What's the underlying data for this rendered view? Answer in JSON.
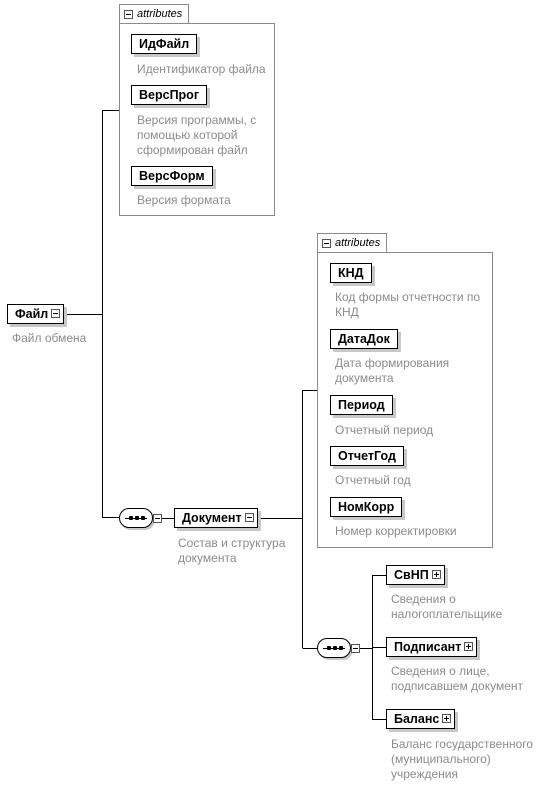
{
  "root": {
    "name": "Файл",
    "annotation": "Файл обмена",
    "attributes_label": "attributes",
    "attributes": [
      {
        "name": "ИдФайл",
        "annotation": "Идентификатор файла"
      },
      {
        "name": "ВерсПрог",
        "annotation": [
          "Версия программы, с",
          "помощью которой",
          "сформирован файл"
        ]
      },
      {
        "name": "ВерсФорм",
        "annotation": "Версия формата"
      }
    ]
  },
  "document": {
    "name": "Документ",
    "annotation": [
      "Состав и структура",
      "документа"
    ],
    "attributes_label": "attributes",
    "attributes": [
      {
        "name": "КНД",
        "annotation": [
          "Код формы отчетности по",
          "КНД"
        ]
      },
      {
        "name": "ДатаДок",
        "annotation": [
          "Дата формирования",
          "документа"
        ]
      },
      {
        "name": "Период",
        "annotation": "Отчетный период"
      },
      {
        "name": "ОтчетГод",
        "annotation": "Отчетный год"
      },
      {
        "name": "НомКорр",
        "annotation": "Номер корректировки"
      }
    ],
    "children": [
      {
        "name": "СвНП",
        "annotation": [
          "Сведения о",
          "налогоплательщике"
        ]
      },
      {
        "name": "Подписант",
        "annotation": [
          "Сведения о лице,",
          "подписавшем документ"
        ]
      },
      {
        "name": "Баланс",
        "annotation": [
          "Баланс государственного",
          "(муниципального)",
          "учреждения"
        ]
      }
    ]
  },
  "icons": {
    "collapse": "minus-box-icon",
    "expand": "plus-box-icon",
    "sequence": "sequence-compositor-icon"
  }
}
